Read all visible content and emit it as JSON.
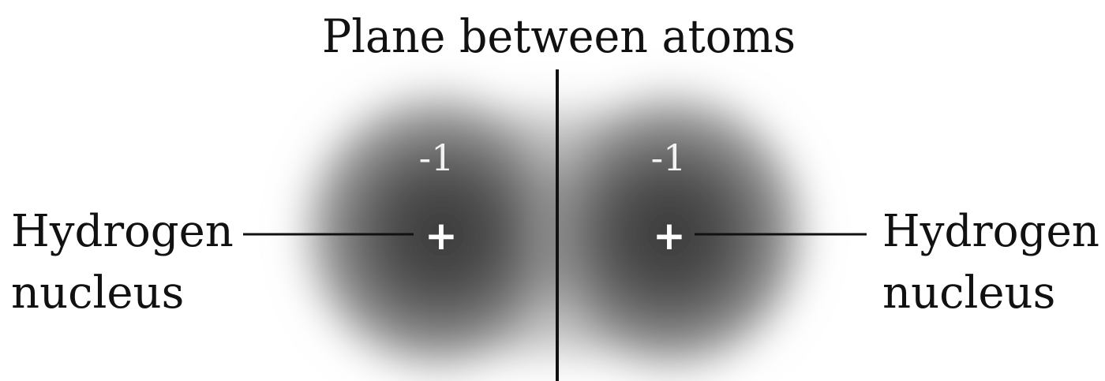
{
  "title": "Plane between atoms",
  "left_label": {
    "line1": "Hydrogen",
    "line2": "nucleus"
  },
  "right_label": {
    "line1": "Hydrogen",
    "line2": "nucleus"
  },
  "left_atom": {
    "charge": "-1",
    "nucleus_symbol": "+"
  },
  "right_atom": {
    "charge": "-1",
    "nucleus_symbol": "+"
  },
  "colors": {
    "cloud_core": "#3a3a3a",
    "cloud_edge": "#ffffff",
    "line": "#111111",
    "text": "#111111",
    "inner_text": "#ffffff"
  }
}
